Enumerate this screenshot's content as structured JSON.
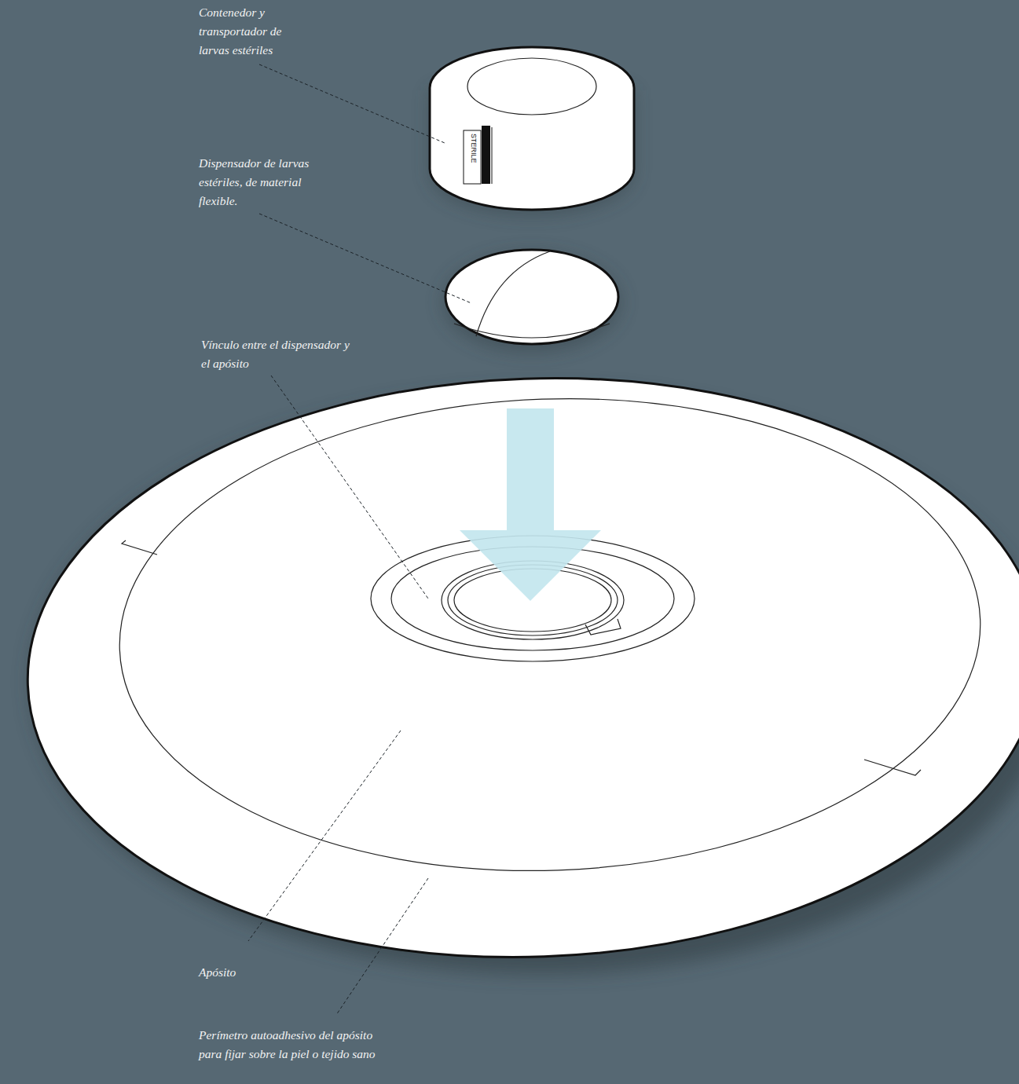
{
  "diagram": {
    "labels": [
      "Contenedor y transportador de larvas estériles",
      "Dispensador de larvas estériles, de material flexible.",
      "Vínculo entre el dispensador y el apósito",
      "Apósito",
      "Perímetro autoadhesivo del apósito para fijar sobre la piel o tejido sano",
      "STERILE"
    ]
  }
}
